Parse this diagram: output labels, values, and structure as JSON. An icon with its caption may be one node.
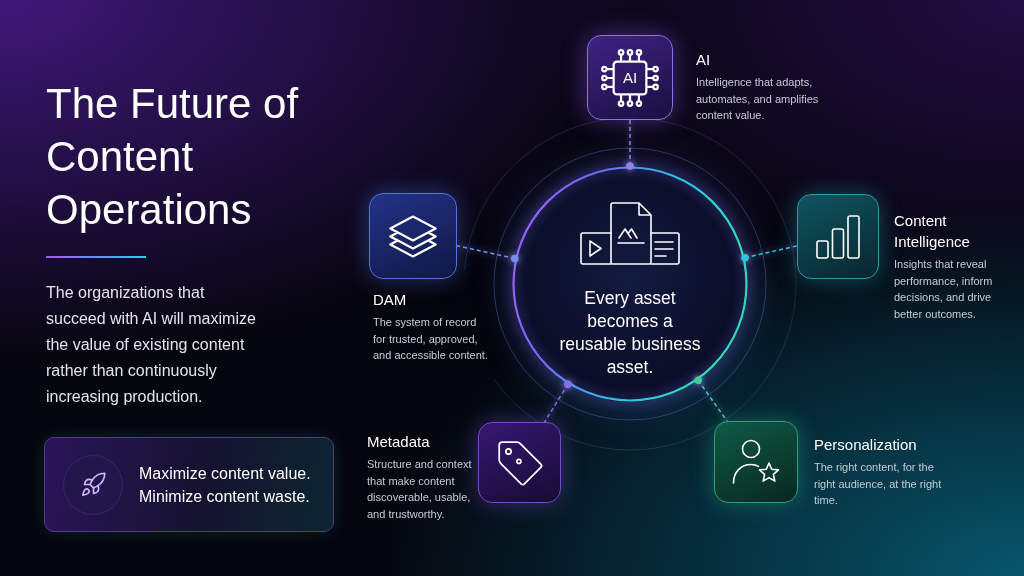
{
  "diagram": {
    "title": "The Future of Content Operations",
    "nodes": [
      {
        "text": [
          "Maximize content value. Minimize content waste."
        ]
      },
      {
        "text": [
          "AI",
          "AI",
          "Intelligence that adapts, automates, and amplifies content value."
        ]
      },
      {
        "text": [
          "DAM",
          "The system of record for trusted, approved, and accessible content."
        ]
      },
      {
        "text": [
          "Every asset becomes a reusable business asset."
        ]
      },
      {
        "text": [
          "Content Intelligence",
          "Insights that reveal performance, inform decisions, and drive better outcomes."
        ]
      },
      {
        "text": [
          "Metadata",
          "Structure and context that make content discoverable, usable, and trustworthy."
        ]
      },
      {
        "text": [
          "Personalization",
          "The right content, for the right audience, at the right time."
        ]
      }
    ],
    "edges": [
      {
        "from": 3,
        "to": 1,
        "arrow": "other",
        "style": "dashed",
        "color": "#9d7cf5"
      },
      {
        "from": 3,
        "to": 2,
        "arrow": "other",
        "style": "dashed",
        "color": "#7b8cf0"
      },
      {
        "from": 3,
        "to": 4,
        "arrow": "other",
        "style": "dashed",
        "color": "#2ec5dc"
      },
      {
        "from": 3,
        "to": 5,
        "arrow": "other",
        "style": "dashed",
        "color": "#8a6cf0"
      },
      {
        "from": 3,
        "to": 6,
        "arrow": "other",
        "style": "dashed",
        "color": "#3fcf9c"
      }
    ],
    "labels": [
      "The organizations that succeed with AI will maximize the value of existing content rather than continuously increasing production."
    ]
  }
}
